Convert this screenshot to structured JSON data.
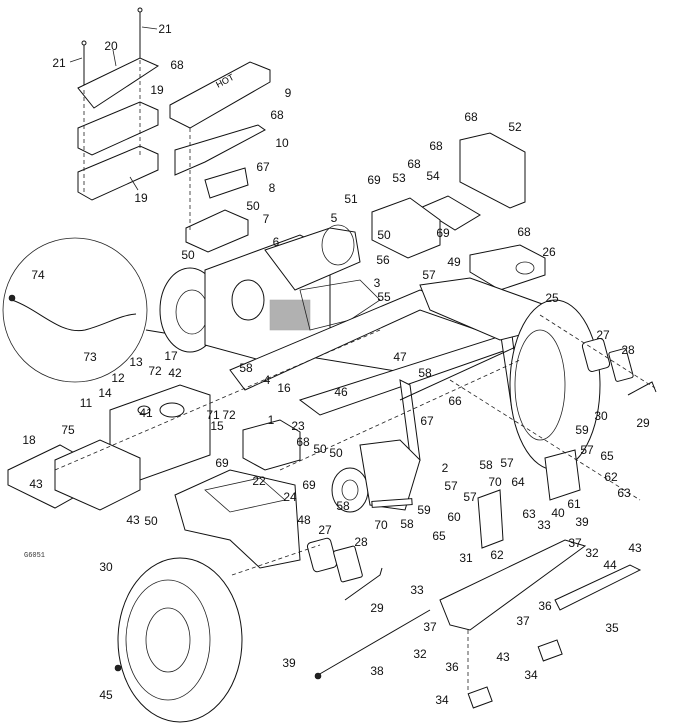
{
  "diagram": {
    "title": "Exploded parts diagram - frame, engine, fenders, wheels and footrest",
    "figure_code": "G6051",
    "detail_inset": {
      "labels": [
        "74",
        "73"
      ],
      "description": "hose detail"
    },
    "callouts": [
      {
        "id": "c21a",
        "text": "21"
      },
      {
        "id": "c21b",
        "text": "21"
      },
      {
        "id": "c20",
        "text": "20"
      },
      {
        "id": "c19a",
        "text": "19"
      },
      {
        "id": "c19b",
        "text": "19"
      },
      {
        "id": "c68a",
        "text": "68"
      },
      {
        "id": "c9",
        "text": "9"
      },
      {
        "id": "c68b",
        "text": "68"
      },
      {
        "id": "c10",
        "text": "10"
      },
      {
        "id": "c67a",
        "text": "67"
      },
      {
        "id": "c8",
        "text": "8"
      },
      {
        "id": "c50a",
        "text": "50"
      },
      {
        "id": "c7",
        "text": "7"
      },
      {
        "id": "c50b",
        "text": "50"
      },
      {
        "id": "c5",
        "text": "5"
      },
      {
        "id": "c6",
        "text": "6"
      },
      {
        "id": "c74",
        "text": "74"
      },
      {
        "id": "c73",
        "text": "73"
      },
      {
        "id": "c68c",
        "text": "68"
      },
      {
        "id": "c52",
        "text": "52"
      },
      {
        "id": "c68d",
        "text": "68"
      },
      {
        "id": "c68e",
        "text": "68"
      },
      {
        "id": "c69a",
        "text": "69"
      },
      {
        "id": "c53",
        "text": "53"
      },
      {
        "id": "c51",
        "text": "51"
      },
      {
        "id": "c54",
        "text": "54"
      },
      {
        "id": "c50c",
        "text": "50"
      },
      {
        "id": "c69b",
        "text": "69"
      },
      {
        "id": "c68f",
        "text": "68"
      },
      {
        "id": "c49",
        "text": "49"
      },
      {
        "id": "c56",
        "text": "56"
      },
      {
        "id": "c57a",
        "text": "57"
      },
      {
        "id": "c3",
        "text": "3"
      },
      {
        "id": "c55",
        "text": "55"
      },
      {
        "id": "c26",
        "text": "26"
      },
      {
        "id": "c25",
        "text": "25"
      },
      {
        "id": "c27a",
        "text": "27"
      },
      {
        "id": "c28a",
        "text": "28"
      },
      {
        "id": "c29a",
        "text": "29"
      },
      {
        "id": "c30a",
        "text": "30"
      },
      {
        "id": "c13",
        "text": "13"
      },
      {
        "id": "c17",
        "text": "17"
      },
      {
        "id": "c72a",
        "text": "72"
      },
      {
        "id": "c42",
        "text": "42"
      },
      {
        "id": "c12",
        "text": "12"
      },
      {
        "id": "c14",
        "text": "14"
      },
      {
        "id": "c41",
        "text": "41"
      },
      {
        "id": "c11",
        "text": "11"
      },
      {
        "id": "c71",
        "text": "71"
      },
      {
        "id": "c72b",
        "text": "72"
      },
      {
        "id": "c15",
        "text": "15"
      },
      {
        "id": "c58a",
        "text": "58"
      },
      {
        "id": "c4",
        "text": "4"
      },
      {
        "id": "c16",
        "text": "16"
      },
      {
        "id": "c47",
        "text": "47"
      },
      {
        "id": "c58b",
        "text": "58"
      },
      {
        "id": "c46",
        "text": "46"
      },
      {
        "id": "c66",
        "text": "66"
      },
      {
        "id": "c1",
        "text": "1"
      },
      {
        "id": "c23",
        "text": "23"
      },
      {
        "id": "c68g",
        "text": "68"
      },
      {
        "id": "c50d",
        "text": "50"
      },
      {
        "id": "c50e",
        "text": "50"
      },
      {
        "id": "c67b",
        "text": "67"
      },
      {
        "id": "c2",
        "text": "2"
      },
      {
        "id": "c18",
        "text": "18"
      },
      {
        "id": "c75",
        "text": "75"
      },
      {
        "id": "c43a",
        "text": "43"
      },
      {
        "id": "c43b",
        "text": "43"
      },
      {
        "id": "c50f",
        "text": "50"
      },
      {
        "id": "c69c",
        "text": "69"
      },
      {
        "id": "c22",
        "text": "22"
      },
      {
        "id": "c69d",
        "text": "69"
      },
      {
        "id": "c24",
        "text": "24"
      },
      {
        "id": "c48",
        "text": "48"
      },
      {
        "id": "c27b",
        "text": "27"
      },
      {
        "id": "c28b",
        "text": "28"
      },
      {
        "id": "c29b",
        "text": "29"
      },
      {
        "id": "c59a",
        "text": "59"
      },
      {
        "id": "c57b",
        "text": "57"
      },
      {
        "id": "c58c",
        "text": "58"
      },
      {
        "id": "c70a",
        "text": "70"
      },
      {
        "id": "c57c",
        "text": "57"
      },
      {
        "id": "c57d",
        "text": "57"
      },
      {
        "id": "c65a",
        "text": "65"
      },
      {
        "id": "c62a",
        "text": "62"
      },
      {
        "id": "c63a",
        "text": "63"
      },
      {
        "id": "c61",
        "text": "61"
      },
      {
        "id": "c64",
        "text": "64"
      },
      {
        "id": "c58d",
        "text": "58"
      },
      {
        "id": "c70b",
        "text": "70"
      },
      {
        "id": "c58e",
        "text": "58"
      },
      {
        "id": "c59b",
        "text": "59"
      },
      {
        "id": "c57e",
        "text": "57"
      },
      {
        "id": "c60",
        "text": "60"
      },
      {
        "id": "c65b",
        "text": "65"
      },
      {
        "id": "c62b",
        "text": "62"
      },
      {
        "id": "c63b",
        "text": "63"
      },
      {
        "id": "c33a",
        "text": "33"
      },
      {
        "id": "c40",
        "text": "40"
      },
      {
        "id": "c39a",
        "text": "39"
      },
      {
        "id": "c37a",
        "text": "37"
      },
      {
        "id": "c32a",
        "text": "32"
      },
      {
        "id": "c43c",
        "text": "43"
      },
      {
        "id": "c44",
        "text": "44"
      },
      {
        "id": "c31",
        "text": "31"
      },
      {
        "id": "c36a",
        "text": "36"
      },
      {
        "id": "c35",
        "text": "35"
      },
      {
        "id": "c33b",
        "text": "33"
      },
      {
        "id": "c37b",
        "text": "37"
      },
      {
        "id": "c37c",
        "text": "37"
      },
      {
        "id": "c32b",
        "text": "32"
      },
      {
        "id": "c36b",
        "text": "36"
      },
      {
        "id": "c43d",
        "text": "43"
      },
      {
        "id": "c34a",
        "text": "34"
      },
      {
        "id": "c38",
        "text": "38"
      },
      {
        "id": "c39b",
        "text": "39"
      },
      {
        "id": "c34b",
        "text": "34"
      },
      {
        "id": "c30b",
        "text": "30"
      },
      {
        "id": "c45",
        "text": "45"
      }
    ]
  }
}
